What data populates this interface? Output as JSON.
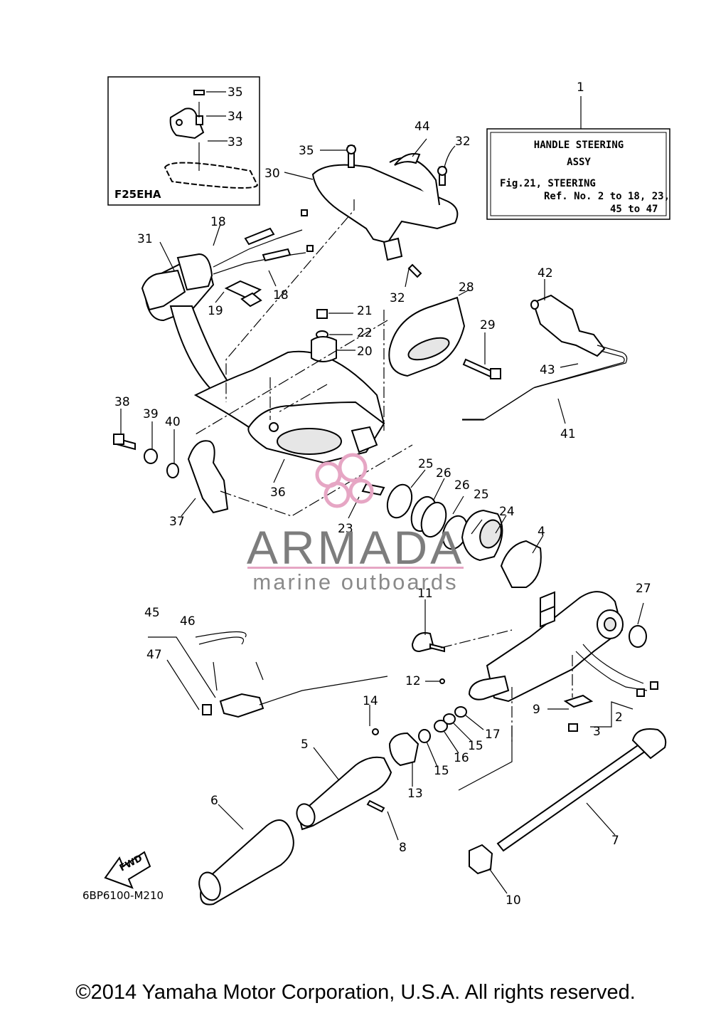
{
  "diagram_code": "6BP6100-M210",
  "fwd_label": "FWD",
  "inset": {
    "title": "F25EHA",
    "labels": [
      "35",
      "34",
      "33"
    ]
  },
  "assy_box": {
    "ref": "1",
    "line1": "HANDLE STEERING",
    "line2": "ASSY",
    "line3": "Fig.21, STEERING",
    "line4": "Ref. No. 2 to 18, 23,",
    "line5": "45 to 47"
  },
  "part_labels": {
    "p2": "2",
    "p3": "3",
    "p4": "4",
    "p5": "5",
    "p6": "6",
    "p7": "7",
    "p8": "8",
    "p9": "9",
    "p10": "10",
    "p11": "11",
    "p12": "12",
    "p13": "13",
    "p14": "14",
    "p15a": "15",
    "p15b": "15",
    "p16": "16",
    "p17": "17",
    "p18a": "18",
    "p18b": "18",
    "p19": "19",
    "p20": "20",
    "p21": "21",
    "p22": "22",
    "p23": "23",
    "p24": "24",
    "p25a": "25",
    "p25b": "25",
    "p26a": "26",
    "p26b": "26",
    "p27": "27",
    "p28": "28",
    "p29": "29",
    "p30": "30",
    "p31": "31",
    "p32a": "32",
    "p32b": "32",
    "p35": "35",
    "p36": "36",
    "p37": "37",
    "p38": "38",
    "p39": "39",
    "p40": "40",
    "p41": "41",
    "p42": "42",
    "p43": "43",
    "p44": "44",
    "p45": "45",
    "p46": "46",
    "p47": "47"
  },
  "watermark": {
    "name": "ARMADA",
    "tagline": "marine outboards",
    "accent": "#e6a6c4"
  },
  "copyright": "©2014 Yamaha Motor Corporation, U.S.A. All rights reserved."
}
